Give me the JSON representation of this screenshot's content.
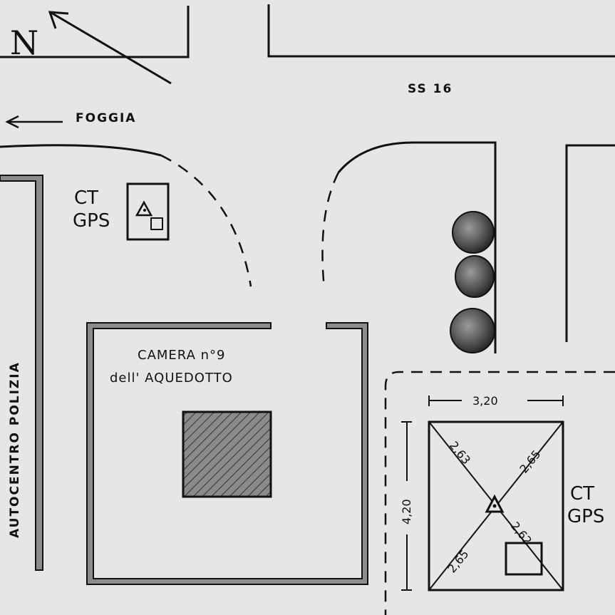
{
  "map": {
    "north_label": "N",
    "road_label": "SS 16",
    "direction_label": "FOGGIA",
    "side_label": "AUTOCENTRO POLIZIA",
    "building_line1": "CAMERA n°9",
    "building_line2": "dell' AQUEDOTTO",
    "station_small": {
      "line1": "CT",
      "line2": "GPS"
    },
    "station_detail": {
      "line1": "CT",
      "line2": "GPS",
      "width": "3,20",
      "height": "4,20",
      "diag_top_left": "2,63",
      "diag_top_right": "2,65",
      "diag_bottom_right": "2,62",
      "diag_bottom_left": "2,65"
    }
  }
}
